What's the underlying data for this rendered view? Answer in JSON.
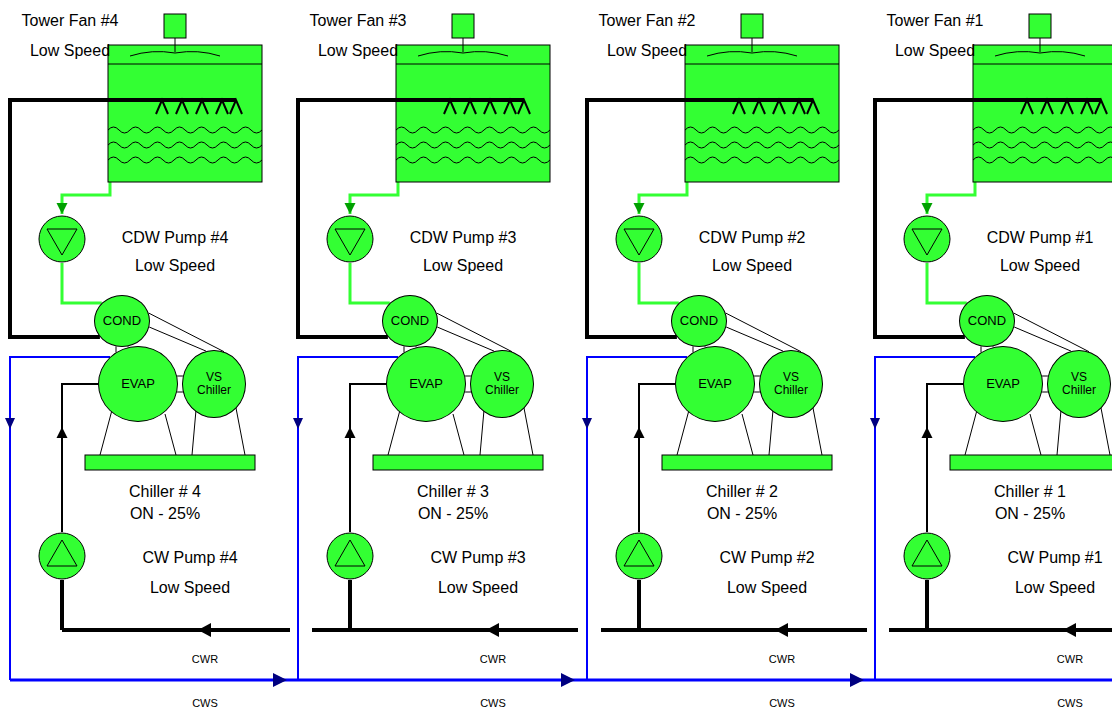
{
  "diagram": {
    "nodes": [
      {
        "text": [
          "Tower Fan #4",
          "Low Speed"
        ]
      },
      {
        "text": [
          "CDW Pump #4",
          "Low Speed"
        ]
      },
      {
        "text": [
          "COND"
        ]
      },
      {
        "text": [
          "EVAP"
        ]
      },
      {
        "text": [
          "VS Chiller"
        ]
      },
      {
        "text": [
          "CW Pump #4",
          "Low Speed"
        ]
      },
      {
        "text": [
          "Tower Fan #3",
          "Low Speed"
        ]
      },
      {
        "text": [
          "CDW Pump #3",
          "Low Speed"
        ]
      },
      {
        "text": [
          "COND"
        ]
      },
      {
        "text": [
          "EVAP"
        ]
      },
      {
        "text": [
          "VS Chiller"
        ]
      },
      {
        "text": [
          "CW Pump #3",
          "Low Speed"
        ]
      },
      {
        "text": [
          "Tower Fan #2",
          "Low Speed"
        ]
      },
      {
        "text": [
          "CDW Pump #2",
          "Low Speed"
        ]
      },
      {
        "text": [
          "COND"
        ]
      },
      {
        "text": [
          "EVAP"
        ]
      },
      {
        "text": [
          "VS Chiller"
        ]
      },
      {
        "text": [
          "CW Pump #2",
          "Low Speed"
        ]
      },
      {
        "text": [
          "Tower Fan #1",
          "Low Speed"
        ]
      },
      {
        "text": [
          "CDW Pump #1",
          "Low Speed"
        ]
      },
      {
        "text": [
          "COND"
        ]
      },
      {
        "text": [
          "EVAP"
        ]
      },
      {
        "text": [
          "VS Chiller"
        ]
      },
      {
        "text": [
          "CW Pump #1",
          "Low Speed"
        ]
      }
    ],
    "edges": [
      {
        "from": 0,
        "to": 1,
        "arrow": "to"
      },
      {
        "from": 1,
        "to": 2,
        "arrow": "none"
      },
      {
        "from": 2,
        "to": 0,
        "arrow": "none"
      },
      {
        "from": 2,
        "to": 3,
        "arrow": "none"
      },
      {
        "from": 3,
        "to": 4,
        "arrow": "none"
      },
      {
        "from": 2,
        "to": 4,
        "arrow": "none"
      },
      {
        "from": 5,
        "to": 3,
        "arrow": "to"
      },
      {
        "from": 6,
        "to": 7,
        "arrow": "to"
      },
      {
        "from": 7,
        "to": 8,
        "arrow": "none"
      },
      {
        "from": 8,
        "to": 6,
        "arrow": "none"
      },
      {
        "from": 8,
        "to": 9,
        "arrow": "none"
      },
      {
        "from": 9,
        "to": 10,
        "arrow": "none"
      },
      {
        "from": 8,
        "to": 10,
        "arrow": "none"
      },
      {
        "from": 11,
        "to": 9,
        "arrow": "to"
      },
      {
        "from": 12,
        "to": 13,
        "arrow": "to"
      },
      {
        "from": 13,
        "to": 14,
        "arrow": "none"
      },
      {
        "from": 14,
        "to": 12,
        "arrow": "none"
      },
      {
        "from": 14,
        "to": 15,
        "arrow": "none"
      },
      {
        "from": 15,
        "to": 16,
        "arrow": "none"
      },
      {
        "from": 14,
        "to": 16,
        "arrow": "none"
      },
      {
        "from": 17,
        "to": 15,
        "arrow": "to"
      },
      {
        "from": 18,
        "to": 19,
        "arrow": "to"
      },
      {
        "from": 19,
        "to": 20,
        "arrow": "none"
      },
      {
        "from": 20,
        "to": 18,
        "arrow": "none"
      },
      {
        "from": 20,
        "to": 21,
        "arrow": "none"
      },
      {
        "from": 21,
        "to": 22,
        "arrow": "none"
      },
      {
        "from": 20,
        "to": 22,
        "arrow": "none"
      },
      {
        "from": 23,
        "to": 21,
        "arrow": "to"
      }
    ],
    "labels": [
      "Chiller # 4",
      "ON - 25%",
      "CWR",
      "CWS",
      "Chiller # 3",
      "ON - 25%",
      "CWR",
      "CWS",
      "Chiller # 2",
      "ON - 25%",
      "CWR",
      "CWS",
      "Chiller # 1",
      "ON - 25%",
      "CWR",
      "CWS"
    ]
  }
}
